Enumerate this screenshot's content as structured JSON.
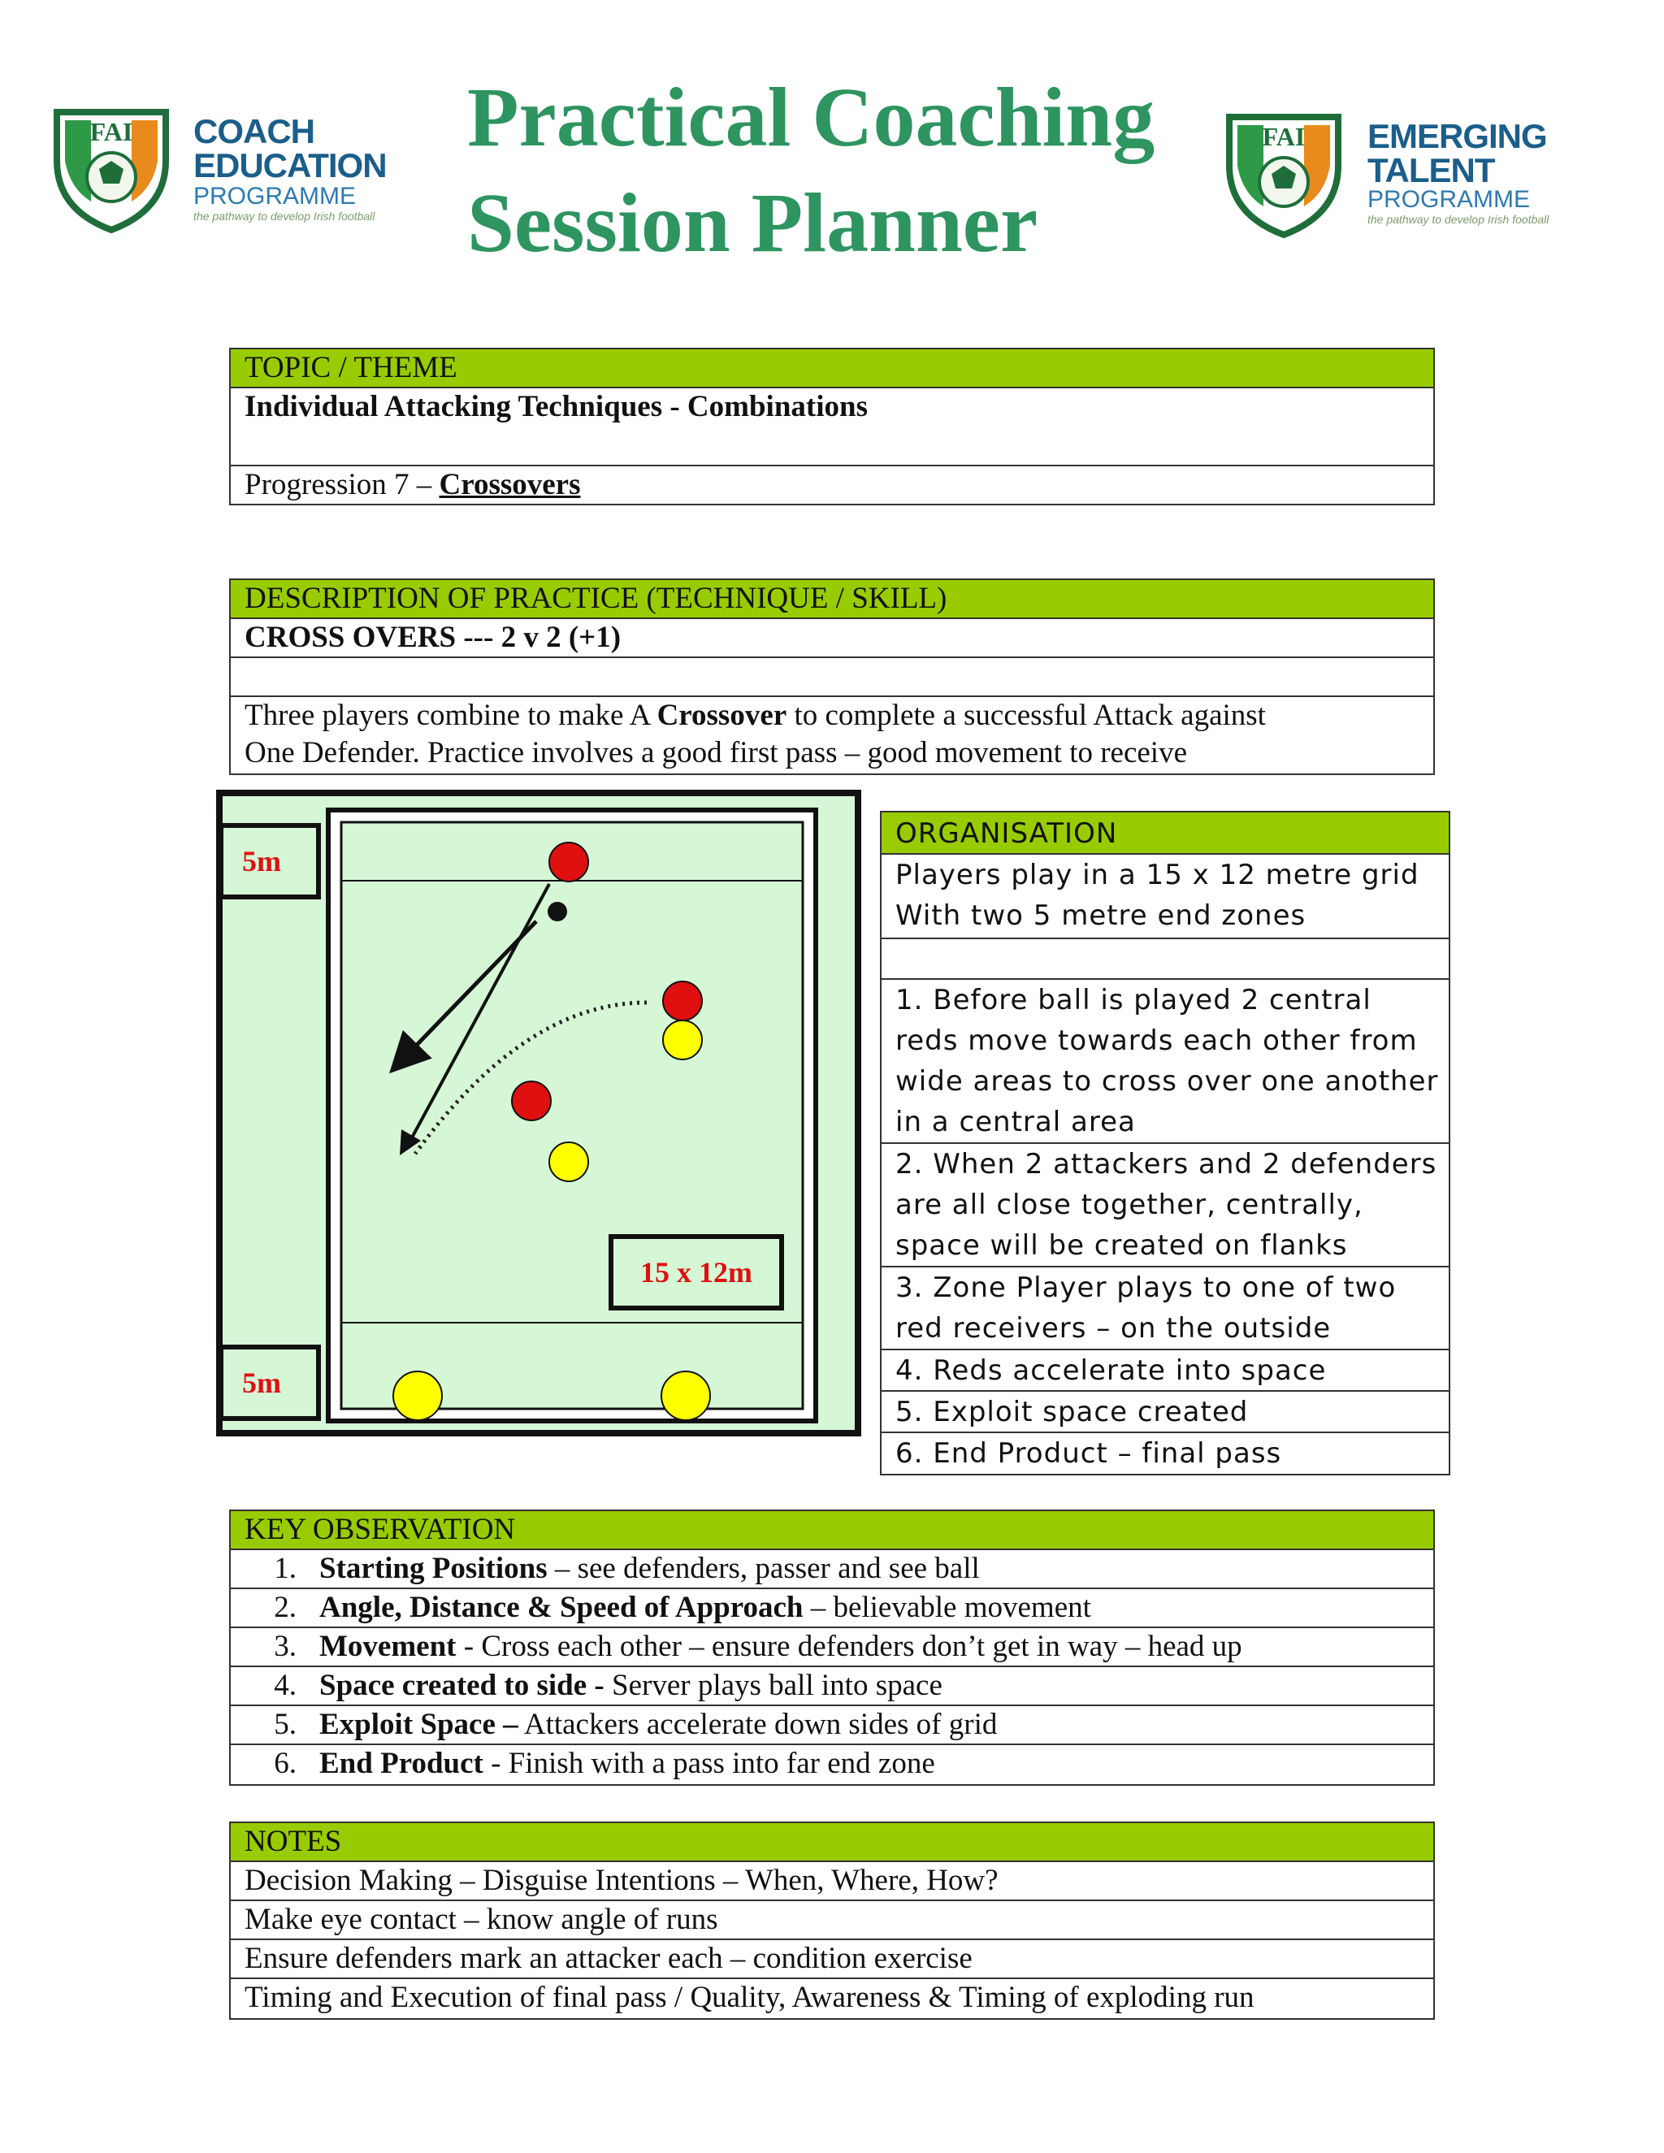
{
  "header": {
    "title_line1": "Practical Coaching",
    "title_line2": "Session Planner",
    "left_logo": {
      "badge": "FAI",
      "line1": "COACH",
      "line2": "EDUCATION",
      "line3": "PROGRAMME",
      "tagline": "the pathway to develop Irish football"
    },
    "right_logo": {
      "badge": "FAI",
      "line1": "EMERGING",
      "line2": "TALENT",
      "line3": "PROGRAMME",
      "tagline": "the pathway to develop Irish football"
    }
  },
  "topic": {
    "heading": "TOPIC / THEME",
    "title": "Individual Attacking Techniques - Combinations",
    "progression_prefix": "Progression 7 – ",
    "progression_name": "Crossovers"
  },
  "description": {
    "heading": "DESCRIPTION OF PRACTICE (TECHNIQUE / SKILL)",
    "title": "CROSS OVERS  --- 2 v 2 (+1)",
    "line1_a": "Three players combine to make A ",
    "line1_b": "Crossover",
    "line1_c": " to complete a successful Attack against",
    "line2": "One Defender. Practice involves a good first pass – good movement to receive"
  },
  "diagram": {
    "zone_top_label": "5m",
    "zone_bottom_label": "5m",
    "grid_label": "15 x 12m",
    "colors": {
      "field": "#d6f7d6",
      "red": "#e01010",
      "yellow": "#ffff00",
      "border": "#111111"
    }
  },
  "organisation": {
    "heading": "ORGANISATION",
    "intro_line1": "Players play in a 15 x 12 metre grid",
    "intro_line2": "With two 5 metre end zones",
    "step1_l1": "1. Before ball is played 2 central",
    "step1_l2": "reds move towards each other from",
    "step1_l3": "wide areas to  cross over one another",
    "step1_l4": "in a central area",
    "step2_l1": "2. When 2 attackers and 2 defenders",
    "step2_l2": "are all close together, centrally,",
    "step2_l3": "space will be created on flanks",
    "step3_l1": "3. Zone Player plays to one of two",
    "step3_l2": "red receivers – on the outside",
    "step4": "4. Reds accelerate into space",
    "step5": "5. Exploit space created",
    "step6": "6. End Product – final pass"
  },
  "observation": {
    "heading": "KEY OBSERVATION",
    "items": [
      {
        "num": "1.",
        "bold": "Starting Positions",
        "rest": " – see defenders, passer and see ball"
      },
      {
        "num": "2.",
        "bold": "Angle, Distance & Speed of Approach",
        "rest": " – believable movement"
      },
      {
        "num": "3.",
        "bold": "Movement",
        "rest": "  - Cross each other – ensure defenders don’t get in way – head up"
      },
      {
        "num": "4.",
        "bold": "Space created to side -",
        "rest": " Server plays ball into space"
      },
      {
        "num": "5.",
        "bold": "Exploit Space –",
        "rest": " Attackers accelerate down sides of grid"
      },
      {
        "num": "6.",
        "bold": "End Product",
        "rest": "  - Finish with a pass into far end zone"
      }
    ]
  },
  "notes": {
    "heading": "NOTES",
    "lines": [
      "Decision Making – Disguise Intentions – When, Where, How?",
      "Make eye contact – know angle of runs",
      "Ensure defenders mark an attacker each – condition exercise",
      "Timing and Execution of final pass / Quality, Awareness & Timing of exploding run"
    ]
  }
}
